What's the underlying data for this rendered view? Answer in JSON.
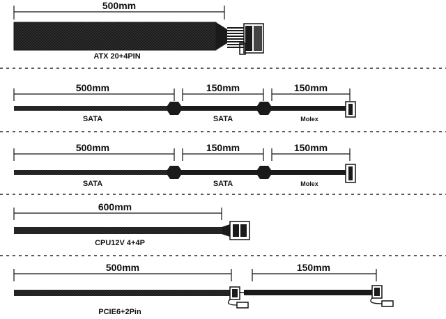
{
  "colors": {
    "cable": "#1a1a1a",
    "sleeve": "#2b2b2b",
    "line": "#111111",
    "separator": "#222222"
  },
  "cables": [
    {
      "name": "atx-cable",
      "dimensions": [
        "500mm"
      ],
      "connectors": [
        "ATX 20+4PIN"
      ]
    },
    {
      "name": "sata-cable-1",
      "dimensions": [
        "500mm",
        "150mm",
        "150mm"
      ],
      "connectors": [
        "SATA",
        "SATA",
        "Molex"
      ]
    },
    {
      "name": "sata-cable-2",
      "dimensions": [
        "500mm",
        "150mm",
        "150mm"
      ],
      "connectors": [
        "SATA",
        "SATA",
        "Molex"
      ]
    },
    {
      "name": "cpu-cable",
      "dimensions": [
        "600mm"
      ],
      "connectors": [
        "CPU12V 4+4P"
      ]
    },
    {
      "name": "pcie-cable",
      "dimensions": [
        "500mm",
        "150mm"
      ],
      "connectors": [
        "PCIE6+2Pin"
      ]
    }
  ]
}
